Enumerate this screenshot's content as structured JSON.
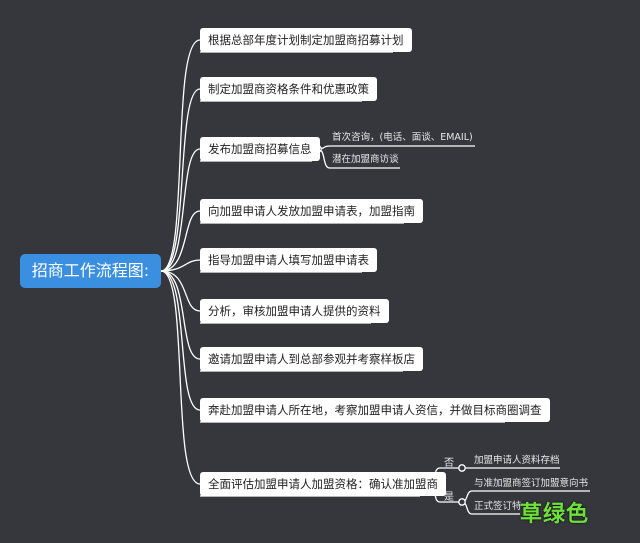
{
  "root": "招商工作流程图:",
  "steps": [
    "根据总部年度计划制定加盟商招募计划",
    "制定加盟商资格条件和优惠政策",
    "发布加盟商招募信息",
    "向加盟申请人发放加盟申请表，加盟指南",
    "指导加盟申请人填写加盟申请表",
    "分析，审核加盟申请人提供的资料",
    "邀请加盟申请人到总部参观并考察样板店",
    "奔赴加盟申请人所在地，考察加盟申请人资信，并做目标商圈调查",
    "全面评估加盟申请人加盟资格：确认准加盟商"
  ],
  "recruit_channels": [
    "首次咨询，(电话、面谈、EMAIL)",
    "潜在加盟商访谈"
  ],
  "decision": {
    "no_label": "否",
    "no_action": "加盟申请人资料存档",
    "yes_label": "是",
    "yes_actions": [
      "与准加盟商签订加盟意向书",
      "正式签订特"
    ]
  },
  "watermark": "草绿色",
  "colors": {
    "background": "#35373d",
    "root": "#3b8fe0",
    "line": "#ffffff",
    "watermark": "#6fe03a"
  }
}
